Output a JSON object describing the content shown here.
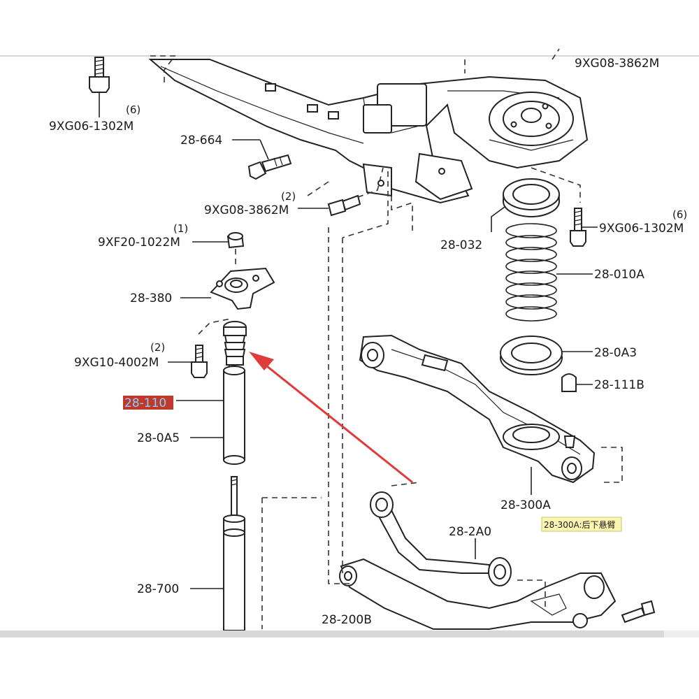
{
  "parts": {
    "p_9xg08_top": "9XG08-3862M",
    "p_9xg06_tl": "9XG06-1302M",
    "p_9xg06_tl_qty": "(6)",
    "p_28_664": "28-664",
    "p_9xg08_mid": "9XG08-3862M",
    "p_9xg08_mid_qty": "(2)",
    "p_9xf20": "9XF20-1022M",
    "p_9xf20_qty": "(1)",
    "p_28_380": "28-380",
    "p_9xg10": "9XG10-4002M",
    "p_9xg10_qty": "(2)",
    "p_28_110": "28-110",
    "p_28_0a5": "28-0A5",
    "p_28_700": "28-700",
    "p_28_032": "28-032",
    "p_9xg06_r": "9XG06-1302M",
    "p_9xg06_r_qty": "(6)",
    "p_28_010a": "28-010A",
    "p_28_0a3": "28-0A3",
    "p_28_111b": "28-111B",
    "p_28_300a": "28-300A",
    "p_28_300a_note": "28-300A:后下悬臂",
    "p_28_2a0": "28-2A0",
    "p_28_200b": "28-200B"
  },
  "colors": {
    "highlight_bg": "#c0392b",
    "highlight_text": "#7fd4ff",
    "note_bg": "#fdf6b0",
    "arrow": "#e03a3a"
  }
}
